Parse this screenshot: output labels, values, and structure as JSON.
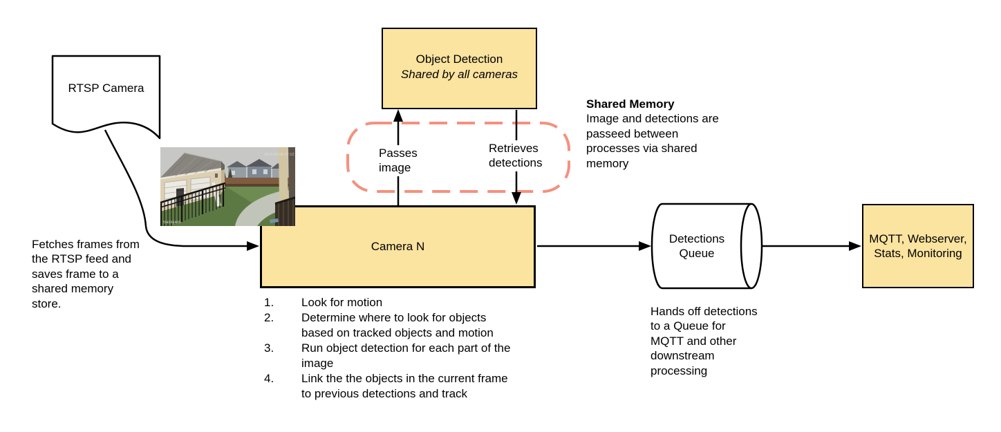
{
  "colors": {
    "node_fill": "#FBE3A0",
    "node_border": "#000000",
    "shared_dash": "#F5907F",
    "line": "#000000"
  },
  "nodes": {
    "rtsp_camera": {
      "label": "RTSP Camera"
    },
    "object_detection": {
      "title": "Object Detection",
      "subtitle": "Shared by all cameras"
    },
    "camera_n": {
      "label": "Camera N"
    },
    "detections_queue": {
      "label": "Detections\nQueue"
    },
    "consumers": {
      "label": "MQTT, Webserver,\nStats, Monitoring"
    }
  },
  "edges": {
    "passes_image": "Passes\nimage",
    "retrieves_detections": "Retrieves\ndetections"
  },
  "notes": {
    "shared_memory_title": "Shared Memory",
    "shared_memory_body": "Image and detections are\npasseed between\nprocesses via shared\nmemory",
    "rtsp_note": "Fetches frames from\nthe RTSP feed and\nsaves frame to a\nshared memory\nstore.",
    "queue_note": "Hands off detections\nto a Queue for\nMQTT and other\ndownstream\nprocessing",
    "camera_steps": [
      {
        "num": "1.",
        "text": "Look for motion"
      },
      {
        "num": "2.",
        "text": "Determine where to look for objects\nbased on tracked objects and motion"
      },
      {
        "num": "3.",
        "text": "Run object detection for each part of the\nimage"
      },
      {
        "num": "4.",
        "text": "Link the the objects in the current frame\nto previous detections and track"
      }
    ]
  },
  "camera_snapshot": {
    "camera_label": "Backyard",
    "timestamp": "2019-02-06 07:12"
  }
}
